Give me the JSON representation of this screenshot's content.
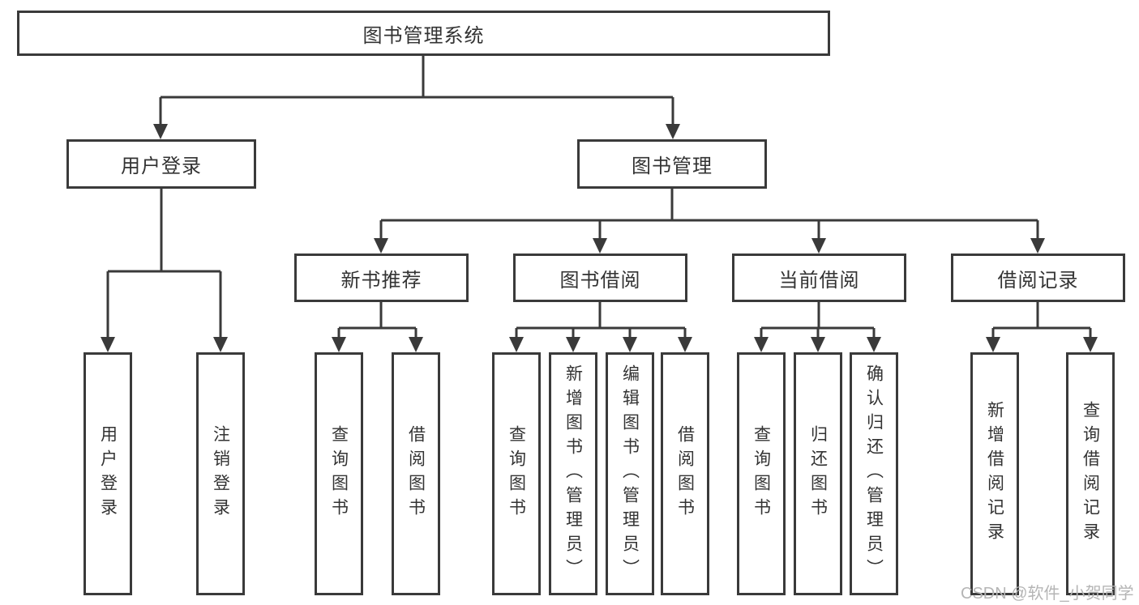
{
  "colors": {
    "line": "#3a3a3a",
    "text": "#333333",
    "watermark": "#b5b5b5",
    "background": "#ffffff"
  },
  "tree": {
    "root": {
      "label": "图书管理系统"
    },
    "branches": [
      {
        "label": "用户登录",
        "children": [
          {
            "label": "用户登录"
          },
          {
            "label": "注销登录"
          }
        ]
      },
      {
        "label": "图书管理",
        "children": [
          {
            "label": "新书推荐",
            "children": [
              {
                "label": "查询图书"
              },
              {
                "label": "借阅图书"
              }
            ]
          },
          {
            "label": "图书借阅",
            "children": [
              {
                "label": "查询图书"
              },
              {
                "label": "新增图书（管理员）"
              },
              {
                "label": "编辑图书（管理员）"
              },
              {
                "label": "借阅图书"
              }
            ]
          },
          {
            "label": "当前借阅",
            "children": [
              {
                "label": "查询图书"
              },
              {
                "label": "归还图书"
              },
              {
                "label": "确认归还（管理员）"
              }
            ]
          },
          {
            "label": "借阅记录",
            "children": [
              {
                "label": "新增借阅记录"
              },
              {
                "label": "查询借阅记录"
              }
            ]
          }
        ]
      }
    ]
  },
  "watermark": {
    "text": "CSDN @软件_小贺同学"
  }
}
